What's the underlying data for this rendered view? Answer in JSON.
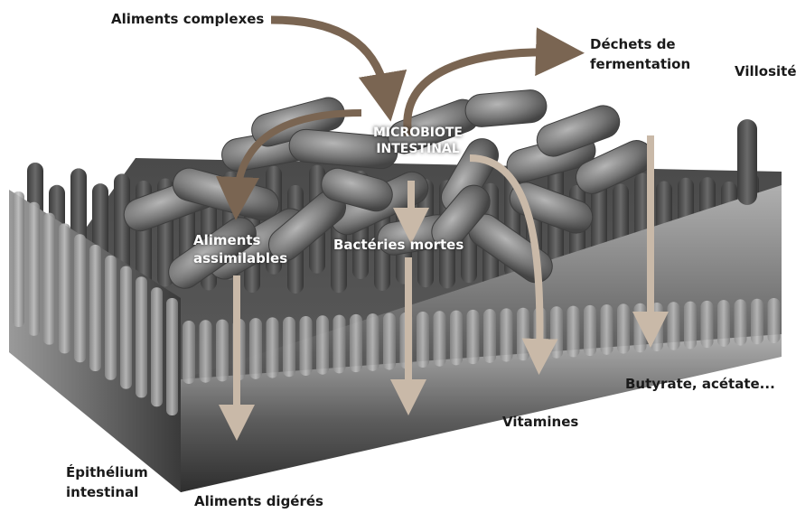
{
  "labels": {
    "aliments_complexes": "Aliments complexes",
    "dechets_line1": "Déchets de",
    "dechets_line2": "fermentation",
    "villosite": "Villosité",
    "microbiote_line1": "MICROBIOTE",
    "microbiote_line2": "INTESTINAL",
    "aliments_assimilables_line1": "Aliments",
    "aliments_assimilables_line2": "assimilables",
    "bacteries_mortes": "Bactéries mortes",
    "butyrate": "Butyrate, acétate...",
    "vitamines": "Vitamines",
    "epithelium_line1": "Épithélium",
    "epithelium_line2": "intestinal",
    "aliments_digeres": "Aliments digérés"
  },
  "colors": {
    "input_arrow": "#7a6552",
    "output_arrow": "#c9b9a8",
    "tissue_dark": "#3a3a3a",
    "tissue_light": "#8a8a8a",
    "bacteria": "#6e6e6e"
  }
}
